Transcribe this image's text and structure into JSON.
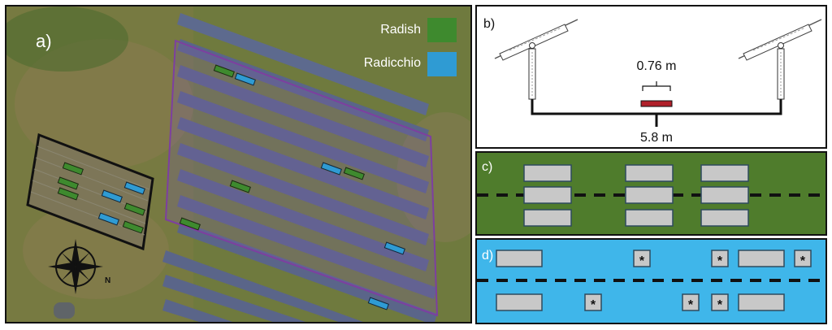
{
  "panel_a": {
    "label": "a)",
    "legend": [
      {
        "label": "Radish",
        "color": "#3e8a2e"
      },
      {
        "label": "Radicchio",
        "color": "#2f9bd3"
      }
    ],
    "compass": {
      "label": "N",
      "icon": "compass-rose-icon"
    }
  },
  "panel_b": {
    "label": "b)",
    "top_dimension": "0.76 m",
    "bottom_dimension": "5.8 m"
  },
  "panel_c": {
    "label": "c)",
    "background": "#4f7c2c"
  },
  "panel_d": {
    "label": "d)",
    "background": "#3fb6ea",
    "marker": "*"
  }
}
